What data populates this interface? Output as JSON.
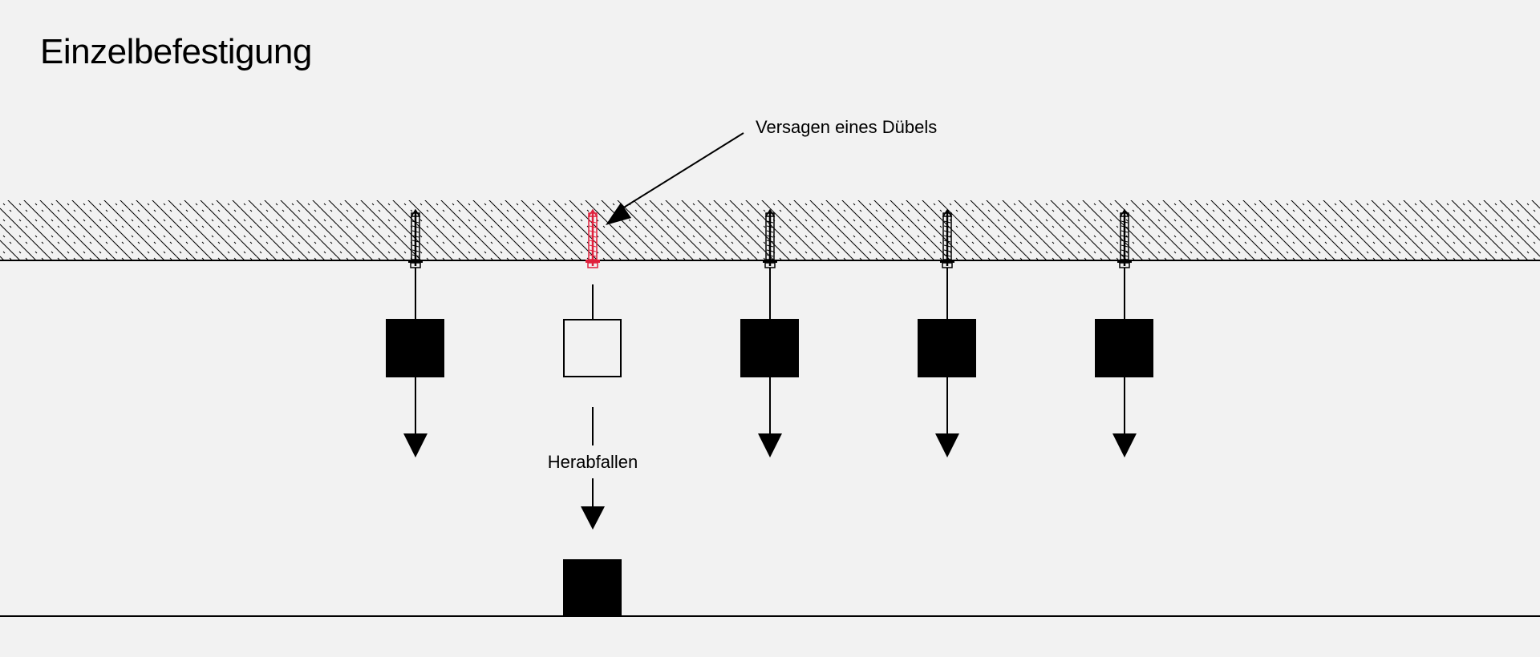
{
  "title": "Einzelbefestigung",
  "labels": {
    "failure": "Versagen eines Dübels",
    "falling": "Herabfallen"
  },
  "colors": {
    "background": "#f2f2f2",
    "ink": "#000000",
    "failed_anchor": "#e0203c"
  },
  "anchors": [
    {
      "id": "anchor-1",
      "failed": false
    },
    {
      "id": "anchor-2",
      "failed": true
    },
    {
      "id": "anchor-3",
      "failed": false
    },
    {
      "id": "anchor-4",
      "failed": false
    },
    {
      "id": "anchor-5",
      "failed": false
    }
  ]
}
